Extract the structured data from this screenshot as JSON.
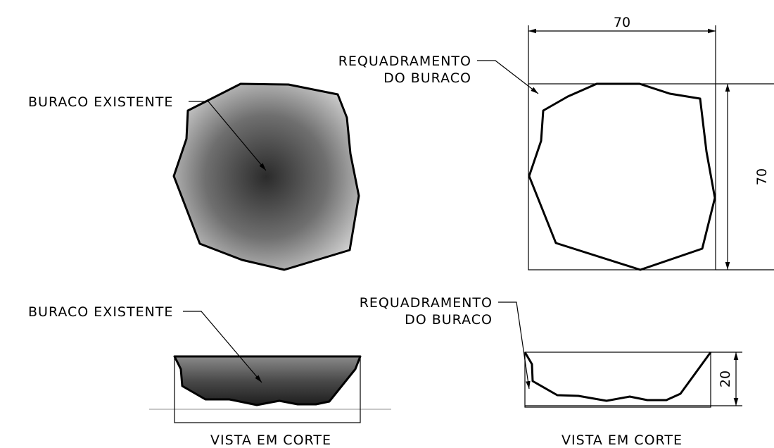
{
  "plan_view": {
    "existing_hole_label": "BURACO EXISTENTE",
    "squaring_label_line1": "REQUADRAMENTO",
    "squaring_label_line2": "DO BURACO",
    "width_dimension": "70",
    "height_dimension": "70"
  },
  "section_view": {
    "existing_hole_label": "BURACO EXISTENTE",
    "squaring_label_line1": "REQUADRAMENTO",
    "squaring_label_line2": "DO BURACO",
    "depth_dimension": "20",
    "left_caption": "VISTA EM CORTE",
    "right_caption": "VISTA EM CORTE"
  },
  "colors": {
    "line": "#000000",
    "hole_fill_center": "#2b2b2b",
    "hole_fill_edge": "#cfcfcf",
    "ground_line": "#c8c8c8"
  }
}
